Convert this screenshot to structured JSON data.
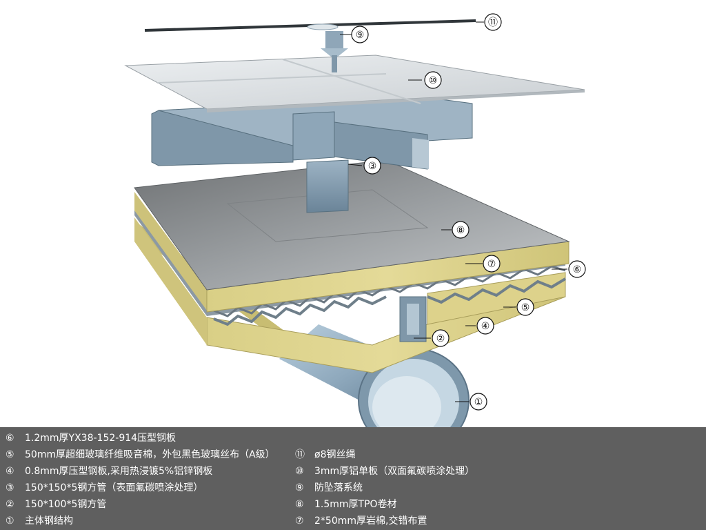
{
  "callouts": [
    {
      "num": "①",
      "target": "main-steel-pipe"
    },
    {
      "num": "②",
      "target": "steel-square-tube-150x100"
    },
    {
      "num": "③",
      "target": "steel-square-tube-150x150"
    },
    {
      "num": "④",
      "target": "profiled-steel-deck-0.8mm"
    },
    {
      "num": "⑤",
      "target": "acoustic-glass-wool"
    },
    {
      "num": "⑥",
      "target": "profiled-steel-sheet-1.2mm"
    },
    {
      "num": "⑦",
      "target": "rock-wool"
    },
    {
      "num": "⑧",
      "target": "tpo-membrane"
    },
    {
      "num": "⑨",
      "target": "fall-protection-system"
    },
    {
      "num": "⑩",
      "target": "aluminum-panel"
    },
    {
      "num": "⑪",
      "target": "steel-wire-rope"
    }
  ],
  "legend": {
    "left": [
      {
        "num": "⑥",
        "text": "1.2mm厚YX38-152-914压型钢板"
      },
      {
        "num": "⑤",
        "text": "50mm厚超细玻璃纤维吸音棉，外包黑色玻璃丝布（A级）"
      },
      {
        "num": "④",
        "text": "0.8mm厚压型钢板,采用热浸镀5%铝锌钢板"
      },
      {
        "num": "③",
        "text": "150*150*5钢方管（表面氟碳喷涂处理）"
      },
      {
        "num": "②",
        "text": "150*100*5钢方管"
      },
      {
        "num": "①",
        "text": "主体钢结构"
      }
    ],
    "right": [
      {
        "num": "⑪",
        "text": "ø8钢丝绳"
      },
      {
        "num": "⑩",
        "text": "3mm厚铝单板（双面氟碳喷涂处理）"
      },
      {
        "num": "⑨",
        "text": "防坠落系统"
      },
      {
        "num": "⑧",
        "text": "1.5mm厚TPO卷材"
      },
      {
        "num": "⑦",
        "text": "2*50mm厚岩棉,交错布置"
      }
    ]
  }
}
